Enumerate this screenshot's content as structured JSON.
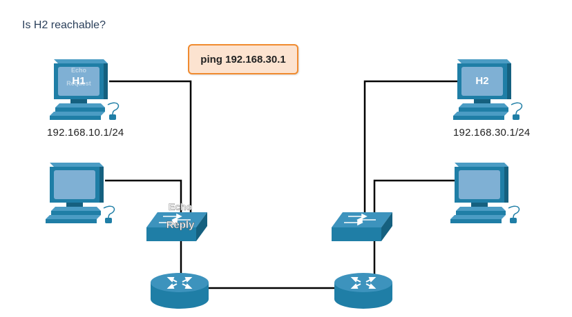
{
  "question": "Is H2 reachable?",
  "ping_command": "ping 192.168.30.1",
  "hosts": {
    "h1": {
      "label": "H1",
      "ip": "192.168.10.1/24",
      "overlay_line1": "Echo",
      "overlay_line2": "Request"
    },
    "h2": {
      "label": "H2",
      "ip": "192.168.30.1/24"
    }
  },
  "switch_left_overlay": {
    "line1": "Echo",
    "line2": "Reply"
  },
  "colors": {
    "device_blue": "#1f7ea6",
    "device_dark": "#15607f",
    "screen": "#7fb0d4",
    "link": "#000000",
    "callout_border": "#f08a2e",
    "callout_fill": "#fce3d0"
  }
}
